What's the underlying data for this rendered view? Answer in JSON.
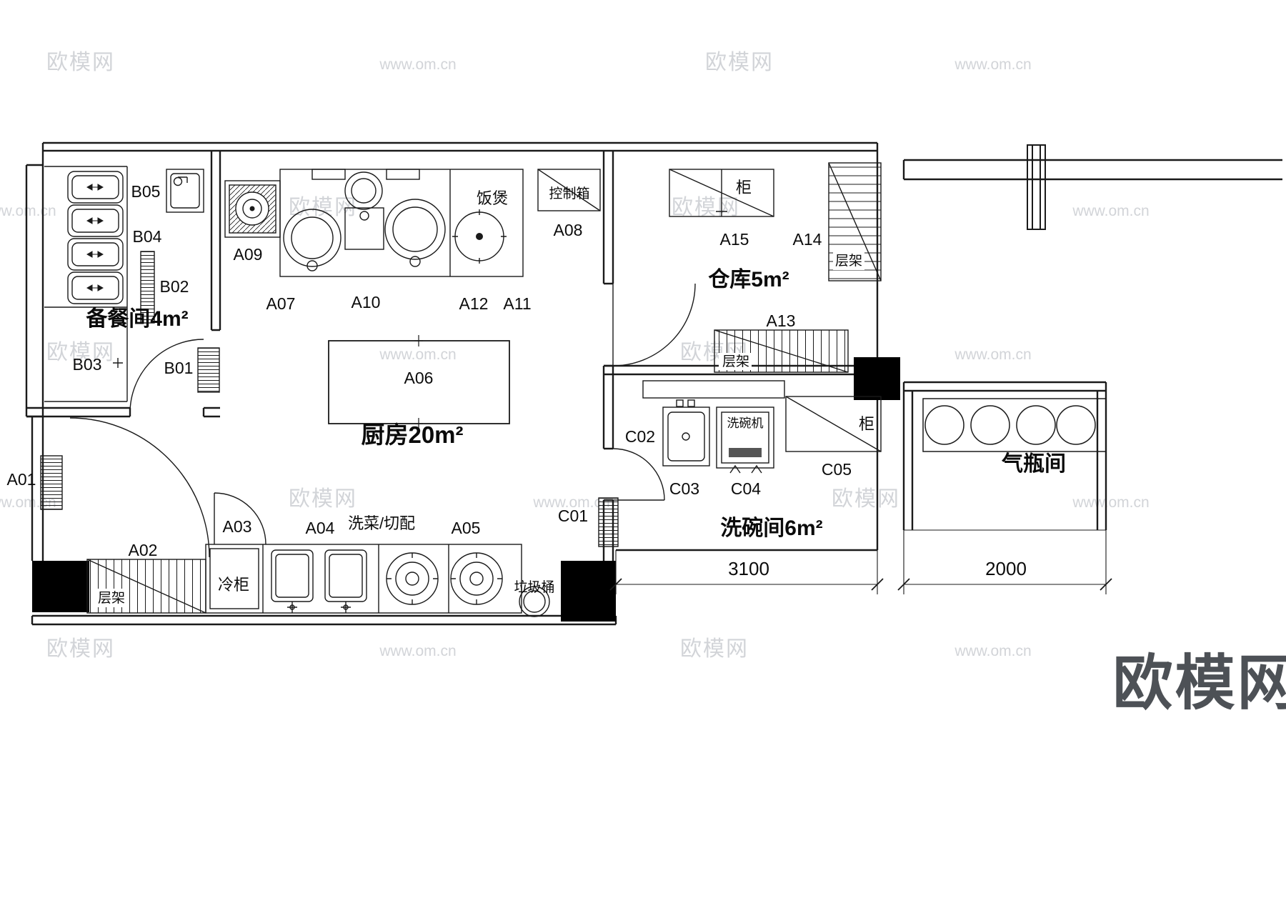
{
  "watermark": {
    "brand": "欧模网",
    "url": "www.om.cn"
  },
  "logo_text": "欧模网",
  "rooms": {
    "prep": "备餐间4m²",
    "kitchen": "厨房20m²",
    "storage": "仓库5m²",
    "dishwash": "洗碗间6m²",
    "gas": "气瓶间"
  },
  "codes": {
    "a01": "A01",
    "a02": "A02",
    "a03": "A03",
    "a04": "A04",
    "a05": "A05",
    "a06": "A06",
    "a07": "A07",
    "a08": "A08",
    "a09": "A09",
    "a10": "A10",
    "a11": "A11",
    "a12": "A12",
    "a13": "A13",
    "a14": "A14",
    "a15": "A15",
    "b01": "B01",
    "b02": "B02",
    "b03": "B03",
    "b04": "B04",
    "b05": "B05",
    "c01": "C01",
    "c02": "C02",
    "c03": "C03",
    "c04": "C04",
    "c05": "C05"
  },
  "items": {
    "rice_cooker": "饭煲",
    "control_box": "控制箱",
    "cabinet": "柜",
    "shelf": "层架",
    "freezer": "冷柜",
    "wash_cut": "洗菜/切配",
    "trash": "垃圾桶",
    "dishwasher": "洗碗机"
  },
  "dims": {
    "dishwash": "3100",
    "gas": "2000"
  }
}
